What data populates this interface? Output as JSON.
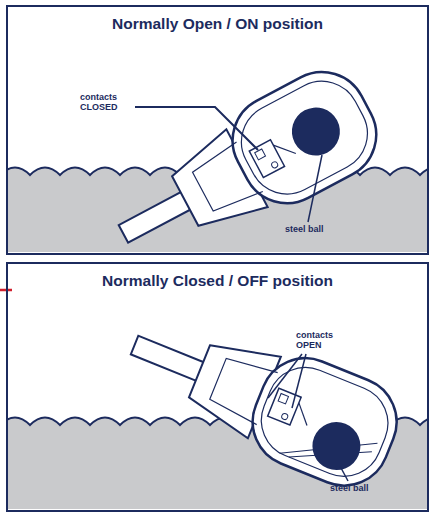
{
  "diagram": {
    "nodes": [
      {
        "text": [
          "Normally Open / ON position"
        ]
      },
      {
        "text": [
          "Normally Closed / OFF position"
        ]
      }
    ],
    "labels": [
      "contacts CLOSED",
      "steel ball",
      "contacts OPEN",
      "steel ball"
    ]
  }
}
